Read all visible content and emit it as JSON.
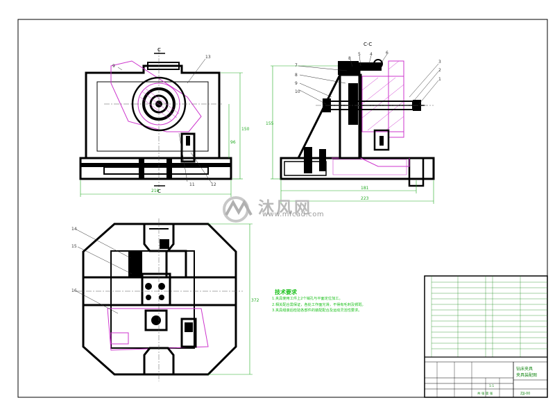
{
  "section_label": "C-C",
  "section_mark_top": "C",
  "section_mark_bottom": "C",
  "watermark": {
    "brand_cn": "沐风网",
    "site": "www.mfcad.com"
  },
  "tech_requirements": {
    "title": "技术要求",
    "items": [
      "1.夹具使用工件上2个销孔与平面定位加工。",
      "2.相关配合需保证，各处工作面光滑，不得有毛刺及锈斑。",
      "3.夹具组装后检验各部件的装配配合及运动灵活性要求。"
    ]
  },
  "dimensions": {
    "front_width": "210",
    "front_height": "150",
    "front_height_inner": "96",
    "side_height": "155",
    "side_width_1": "181",
    "side_width_2": "223",
    "top_height": "372"
  },
  "part_labels": [
    "1",
    "2",
    "3",
    "4",
    "5",
    "6",
    "7",
    "8",
    "9",
    "10",
    "11",
    "12",
    "13",
    "14",
    "15",
    "16"
  ],
  "title_block": {
    "drawing_title_1": "钻床夹具",
    "drawing_title_2": "夹具装配图",
    "drawing_no": "ZJJ-00",
    "scale": "1:1",
    "sheet_label": "共 张 第 张"
  },
  "colors": {
    "outline": "#000000",
    "part_fill": "#000000",
    "section_hatch": "#cc33cc",
    "dimension": "#22aa22",
    "leader": "#2a2a2a",
    "border": "#000000"
  }
}
